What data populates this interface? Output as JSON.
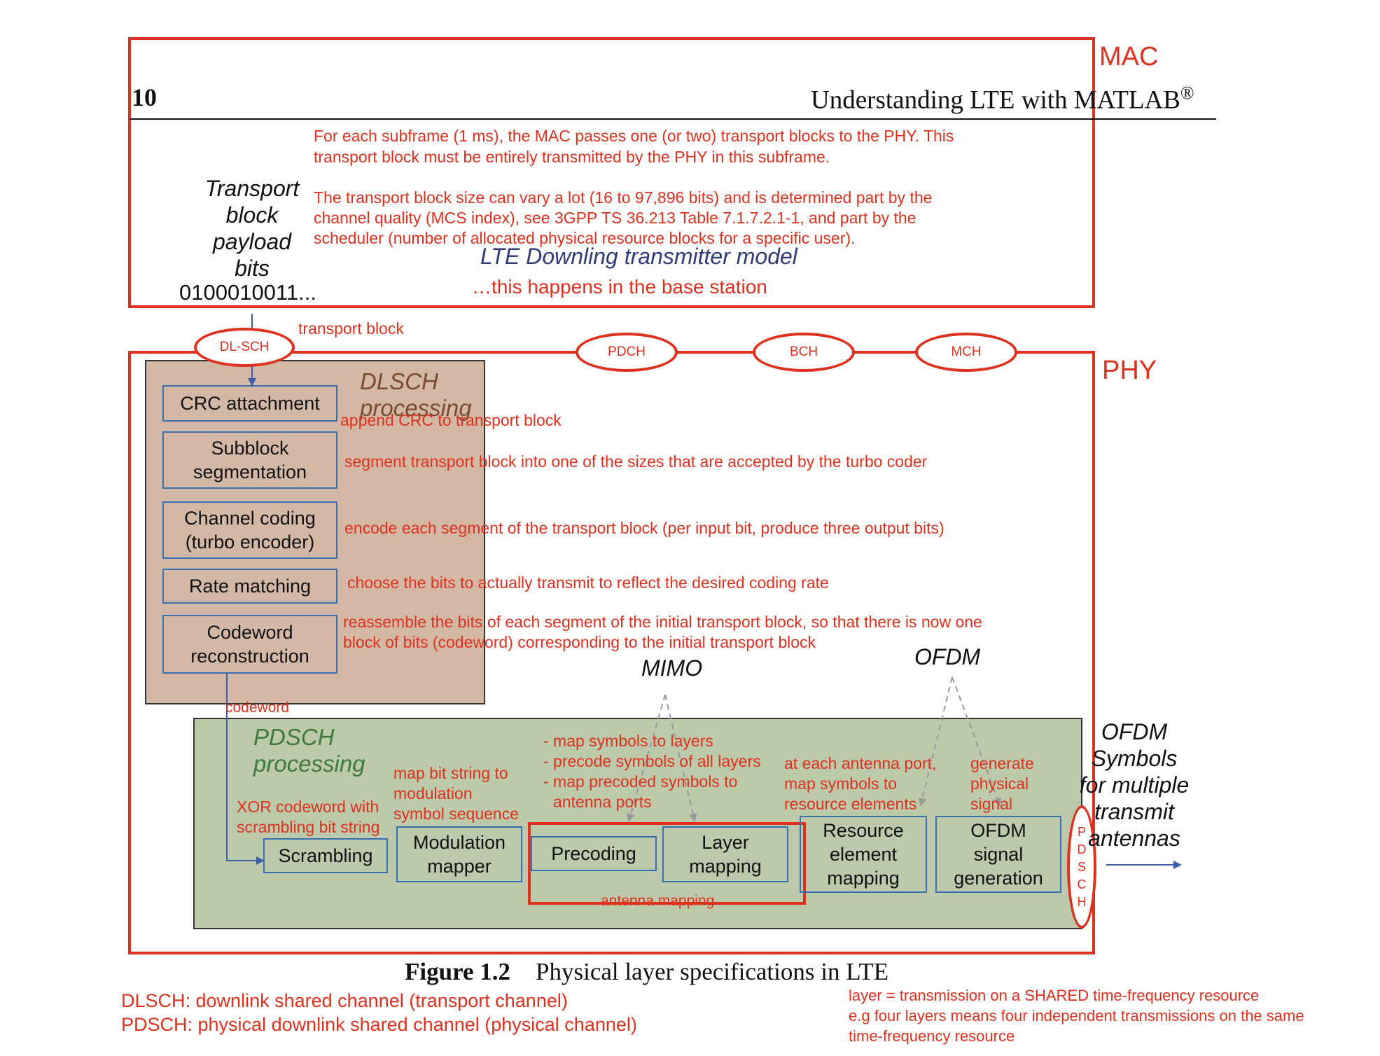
{
  "page_header": {
    "page_number": "10",
    "title": "Understanding LTE with MATLAB",
    "registered": "®"
  },
  "layers": {
    "mac": "MAC",
    "phy": "PHY"
  },
  "mac_notes": {
    "line1": "For each subframe (1 ms), the MAC passes one (or two) transport blocks to the PHY. This",
    "line2": "transport block must be entirely  transmitted by the PHY in this subframe.",
    "line3": "The transport block size can vary a lot (16 to 97,896 bits)  and is determined part by the",
    "line4": "channel quality (MCS index), see 3GPP TS 36.213 Table 7.1.7.2.1-1, and part by the",
    "line5": "scheduler (number of allocated physical resource blocks for a specific user)."
  },
  "model_title": "LTE Downling transmitter model",
  "model_subtitle": "…this happens in the base station",
  "payload": {
    "l1": "Transport",
    "l2": "block",
    "l3": "payload",
    "l4": "bits",
    "bits": "0100010011..."
  },
  "channels": {
    "dlsch": "DL-SCH",
    "transport_block": "transport block",
    "pdch": "PDCH",
    "bch": "BCH",
    "mch": "MCH"
  },
  "dlsch_processing": {
    "title_l1": "DLSCH",
    "title_l2": "processing",
    "blocks": {
      "crc": "CRC attachment",
      "subblock_l1": "Subblock",
      "subblock_l2": "segmentation",
      "coding_l1": "Channel coding",
      "coding_l2": "(turbo encoder)",
      "rate": "Rate matching",
      "codeword_l1": "Codeword",
      "codeword_l2": "reconstruction"
    },
    "notes": {
      "crc": "append CRC to transport block",
      "subblock": "segment transport block into one of the sizes that are accepted by the turbo coder",
      "coding": "encode each segment of the transport block (per input bit, produce three output bits)",
      "rate": "choose the bits to actually transmit to reflect the desired coding rate",
      "codeword_l1": "reassemble the bits of each segment of the initial transport block, so that there is now one",
      "codeword_l2": "block of bits (codeword) corresponding to the initial transport block"
    },
    "codeword_label": "codeword"
  },
  "mimo_label": "MIMO",
  "ofdm_label": "OFDM",
  "pdsch_processing": {
    "title_l1": "PDSCH",
    "title_l2": "processing",
    "blocks": {
      "scrambling": "Scrambling",
      "modulation_l1": "Modulation",
      "modulation_l2": "mapper",
      "precoding": "Precoding",
      "layer_l1": "Layer",
      "layer_l2": "mapping",
      "resource_l1": "Resource",
      "resource_l2": "element",
      "resource_l3": "mapping",
      "ofdm_l1": "OFDM",
      "ofdm_l2": "signal",
      "ofdm_l3": "generation"
    },
    "notes": {
      "scrambling_l1": "XOR codeword with",
      "scrambling_l2": "scrambling bit string",
      "modulation_l1": "map bit string to",
      "modulation_l2": "modulation",
      "modulation_l3": "symbol sequence",
      "mimo_l1": "- map symbols to layers",
      "mimo_l2": "- precode symbols of all layers",
      "mimo_l3": "- map precoded symbols to",
      "mimo_l4": "antenna ports",
      "resource_l1": "at each antenna port,",
      "resource_l2": "map symbols to",
      "resource_l3": "resource elements",
      "ofdm_l1": "generate",
      "ofdm_l2": "physical",
      "ofdm_l3": "signal",
      "antenna_mapping": "antenna mapping"
    },
    "pdsch_oval": [
      "P",
      "D",
      "S",
      "C",
      "H"
    ]
  },
  "output": {
    "l1": "OFDM",
    "l2": "Symbols",
    "l3": "for multiple",
    "l4": "transmit",
    "l5": "antennas"
  },
  "caption": {
    "label": "Figure 1.2",
    "text": "Physical layer specifications in LTE"
  },
  "footnotes": {
    "dlsch": "DLSCH: downlink shared channel (transport channel)",
    "pdsch": "PDSCH: physical downlink shared channel (physical channel)",
    "layer_l1": "layer = transmission on a SHARED time-frequency resource",
    "layer_l2": "e.g four layers means four independent transmissions on the same",
    "layer_l3": "time-frequency resource"
  },
  "colors": {
    "annotation_red": "#e0301e",
    "block_blue": "#3a6fb0",
    "dlsch_bg": "#d4b8a6",
    "pdsch_bg": "#bcc9aa",
    "title_navy": "#2e3a7a",
    "dlsch_title": "#7a4a30",
    "pdsch_title": "#3d7a3d"
  }
}
